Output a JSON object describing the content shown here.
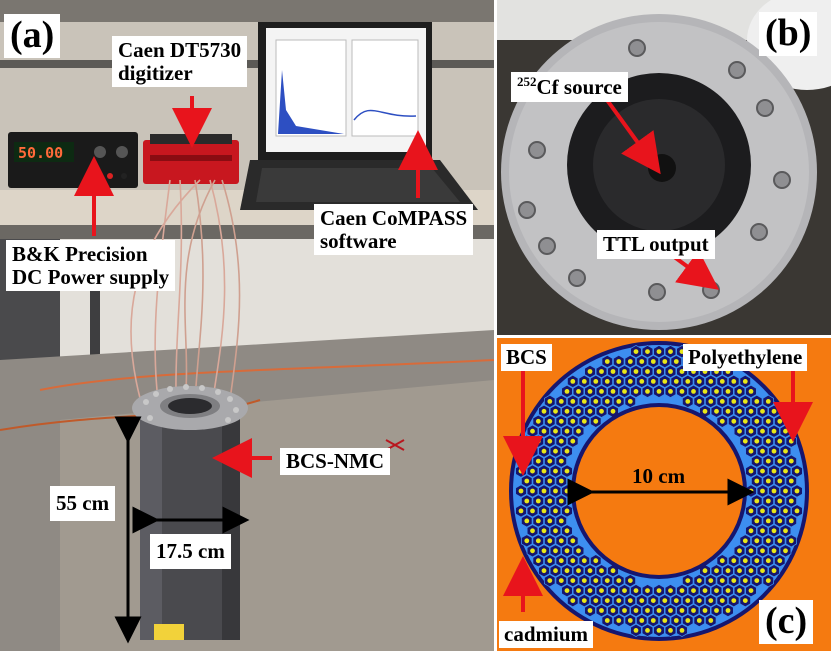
{
  "panels": {
    "a": {
      "letter": "(a)",
      "labels": {
        "digitizer_line1": "Caen DT5730",
        "digitizer_line2": "digitizer",
        "software_line1": "Caen CoMPASS",
        "software_line2": "software",
        "power_line1": "B&K Precision",
        "power_line2": "DC Power supply",
        "detector": "BCS-NMC",
        "height": "55 cm",
        "diameter": "17.5 cm"
      },
      "power_display": "50.00"
    },
    "b": {
      "letter": "(b)",
      "labels": {
        "source_sup": "252",
        "source_text": "Cf source",
        "ttl": "TTL output"
      }
    },
    "c": {
      "letter": "(c)",
      "labels": {
        "bcs": "BCS",
        "polyethylene": "Polyethylene",
        "inner": "10 cm",
        "cadmium": "cadmium"
      }
    }
  },
  "colors": {
    "arrow": "#e8141c",
    "cadmium_orange": "#f57a10",
    "polyethylene_blue": "#3d8ef0",
    "bcs_yellow": "#e8e619",
    "ring_navy": "#16166e"
  }
}
